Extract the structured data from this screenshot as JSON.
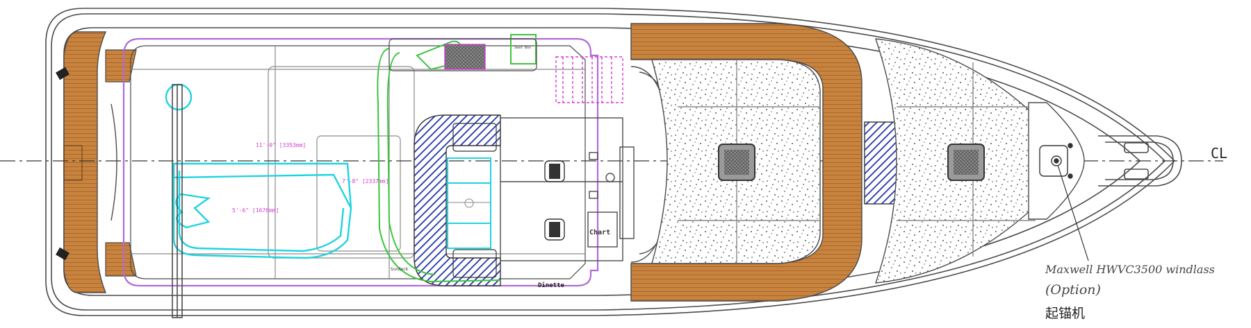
{
  "drawing": {
    "centerline_mark": "CL",
    "labels": {
      "chart": "Chart",
      "dinette": "Dinette",
      "sundeck": "Sundeck",
      "small_box": "Seat Box",
      "dim_1": "11'-0\" [3353mm]",
      "dim_2": "7'-8\" [2337mm]",
      "dim_3": "5'-6\" [1676mm]"
    },
    "windlass_callout": {
      "line1": "Maxwell HWVC3500 windlass",
      "line2": "(Option)",
      "line3": "起锚机"
    },
    "colors": {
      "hull_line": "#4a4a4a",
      "teak": "#c8843f",
      "teak_dark": "#9a5a22",
      "hatch_blue": "#1b2fa8",
      "cyan_tender": "#1fd3e0",
      "green_rail": "#3cc43c",
      "magenta": "#d63ad6",
      "purple_rail": "#b06ad8",
      "pad_fill": "#ffffff"
    }
  }
}
